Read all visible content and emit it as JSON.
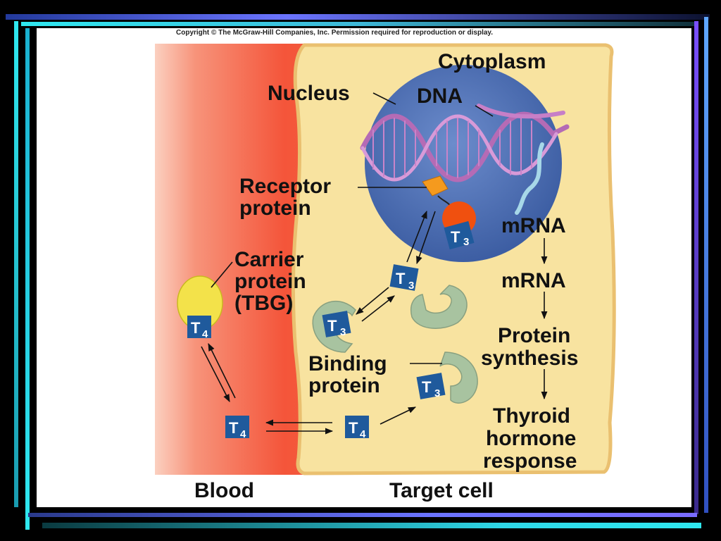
{
  "copyright": "Copyright © The McGraw-Hill Companies, Inc. Permission required for reproduction or display.",
  "labels": {
    "cytoplasm": "Cytoplasm",
    "nucleus": "Nucleus",
    "dna": "DNA",
    "receptor_line1": "Receptor",
    "receptor_line2": "protein",
    "carrier_line1": "Carrier",
    "carrier_line2": "protein",
    "carrier_line3": "(TBG)",
    "binding_line1": "Binding",
    "binding_line2": "protein",
    "mrna_nucleus": "mRNA",
    "mrna_cytoplasm": "mRNA",
    "protein_line1": "Protein",
    "protein_line2": "synthesis",
    "thyroid_line1": "Thyroid",
    "thyroid_line2": "hormone",
    "thyroid_line3": "response",
    "blood": "Blood",
    "target_cell": "Target cell"
  },
  "hormones": {
    "t_letter": "T",
    "t3_sub": "3",
    "t4_sub": "4"
  },
  "colors": {
    "blood": "#f4553a",
    "cell": "#f8e3a0",
    "cell_border": "#eac070",
    "nucleus": "#4f73b4",
    "hormone_box": "#1f5a9c",
    "binding_protein": "#a8c3a0",
    "carrier": "#f3e24a",
    "receptor": "#f59a1e",
    "receptor_bound": "#f0500f",
    "dna": "#b56bb5",
    "mrna": "#a7d8e8"
  }
}
